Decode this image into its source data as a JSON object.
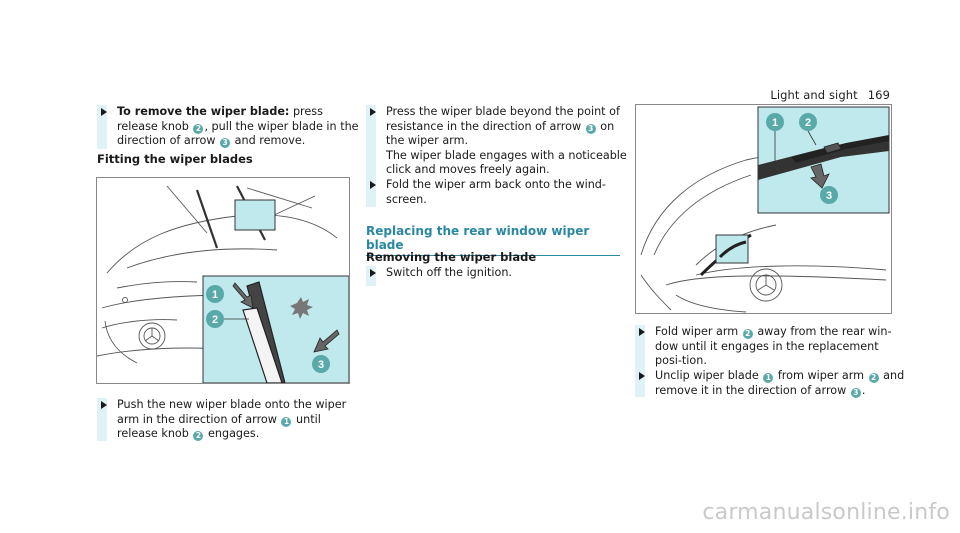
{
  "header": {
    "title": "Light and sight",
    "page": "169"
  },
  "col1": {
    "step1": {
      "b": "To remove the wiper blade:",
      "t1": " press release knob ",
      "n1": "2",
      "t2": ", pull the wiper blade in the direction of arrow ",
      "n2": "3",
      "t3": " and remove."
    },
    "subhead": "Fitting the wiper blades",
    "figure_callouts": [
      "1",
      "2",
      "3"
    ],
    "step2": {
      "t1": "Push the new wiper blade onto the wiper arm in the direction of arrow ",
      "n1": "1",
      "t2": " until release knob ",
      "n2": "2",
      "t3": " engages."
    }
  },
  "col2": {
    "step3": {
      "t1": "Press the wiper blade beyond the point of resistance in the direction of arrow ",
      "n1": "3",
      "t2": " on the wiper arm.",
      "t3": "The wiper blade engages with a noticeable click and moves freely again."
    },
    "step4": "Fold the wiper arm back onto the wind-screen.",
    "section": "Replacing the rear window wiper blade",
    "subhead": "Removing the wiper blade",
    "step5": "Switch off the ignition."
  },
  "col3": {
    "figure_callouts": [
      "1",
      "2",
      "3"
    ],
    "step6": {
      "t1": "Fold wiper arm ",
      "n1": "2",
      "t2": " away from the rear win-dow until it engages in the replacement posi-tion."
    },
    "step7": {
      "t1": "Unclip wiper blade ",
      "n1": "1",
      "t2": " from wiper arm ",
      "n2": "2",
      "t3": " and remove it in the direction of arrow ",
      "n3": "3",
      "t4": "."
    }
  },
  "watermark": "carmanualsonline.info",
  "colors": {
    "accent": "#2b88a2",
    "callout": "#5aa9a9",
    "bar": "#dff3f7",
    "inset": "#bfe9ec"
  }
}
